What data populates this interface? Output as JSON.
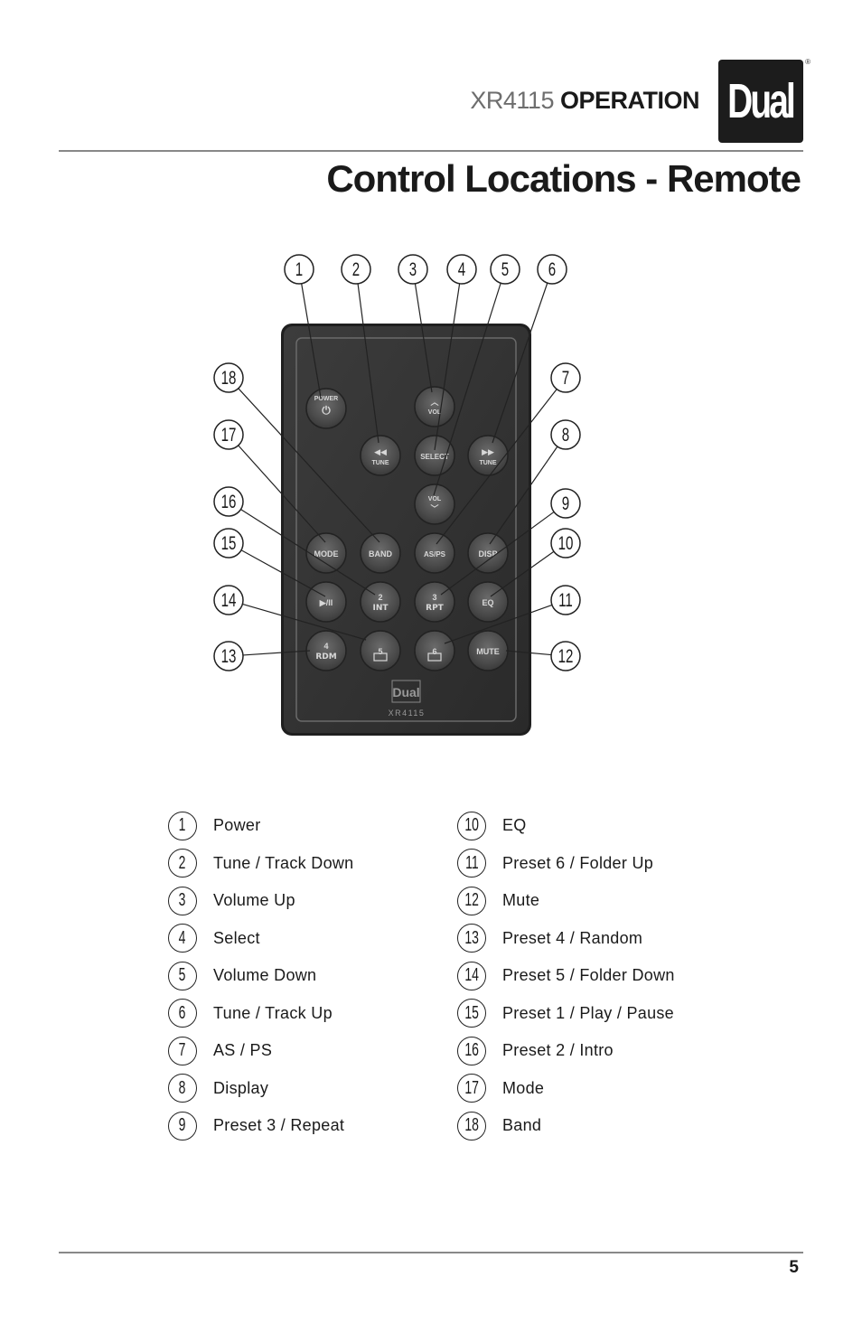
{
  "header": {
    "model": "XR4115",
    "section": "OPERATION",
    "logo_text": "Dual",
    "logo_mark": "®"
  },
  "page_title": "Control Locations - Remote",
  "remote": {
    "logo_text": "Dual",
    "model_text": "XR4115",
    "buttons": [
      {
        "id": "power",
        "label": "POWER",
        "sub": "⏻"
      },
      {
        "id": "vol-up",
        "label": "VOL",
        "sub": "︿"
      },
      {
        "id": "tune-down",
        "label": "TUNE",
        "sub": "◀◀"
      },
      {
        "id": "select",
        "label": "SELECT",
        "sub": ""
      },
      {
        "id": "tune-up",
        "label": "TUNE",
        "sub": "▶▶"
      },
      {
        "id": "vol-down",
        "label": "VOL",
        "sub": "﹀"
      },
      {
        "id": "mode",
        "label": "MODE",
        "sub": ""
      },
      {
        "id": "band",
        "label": "BAND",
        "sub": ""
      },
      {
        "id": "as-ps",
        "label": "AS/PS",
        "sub": ""
      },
      {
        "id": "disp",
        "label": "DISP",
        "sub": ""
      },
      {
        "id": "preset1",
        "label": "▶/II",
        "sub": ""
      },
      {
        "id": "preset2",
        "label": "2",
        "sub": "INT"
      },
      {
        "id": "preset3",
        "label": "3",
        "sub": "RPT"
      },
      {
        "id": "eq",
        "label": "EQ",
        "sub": ""
      },
      {
        "id": "preset4",
        "label": "4",
        "sub": "RDM"
      },
      {
        "id": "preset5",
        "label": "5",
        "sub": ""
      },
      {
        "id": "preset6",
        "label": "6",
        "sub": ""
      },
      {
        "id": "mute",
        "label": "MUTE",
        "sub": ""
      }
    ],
    "callouts": [
      "1",
      "2",
      "3",
      "4",
      "5",
      "6",
      "7",
      "8",
      "9",
      "10",
      "11",
      "12",
      "13",
      "14",
      "15",
      "16",
      "17",
      "18"
    ]
  },
  "legend": {
    "col1": [
      {
        "num": "1",
        "label": "Power"
      },
      {
        "num": "2",
        "label": "Tune / Track Down"
      },
      {
        "num": "3",
        "label": "Volume Up"
      },
      {
        "num": "4",
        "label": "Select"
      },
      {
        "num": "5",
        "label": "Volume Down"
      },
      {
        "num": "6",
        "label": "Tune / Track Up"
      },
      {
        "num": "7",
        "label": "AS / PS"
      },
      {
        "num": "8",
        "label": "Display"
      },
      {
        "num": "9",
        "label": "Preset 3 / Repeat"
      }
    ],
    "col2": [
      {
        "num": "10",
        "label": "EQ"
      },
      {
        "num": "11",
        "label": "Preset 6 / Folder Up"
      },
      {
        "num": "12",
        "label": "Mute"
      },
      {
        "num": "13",
        "label": "Preset 4 / Random"
      },
      {
        "num": "14",
        "label": "Preset 5 / Folder Down"
      },
      {
        "num": "15",
        "label": "Preset 1 / Play / Pause"
      },
      {
        "num": "16",
        "label": "Preset 2 / Intro"
      },
      {
        "num": "17",
        "label": "Mode"
      },
      {
        "num": "18",
        "label": "Band"
      }
    ]
  },
  "page_number": "5"
}
